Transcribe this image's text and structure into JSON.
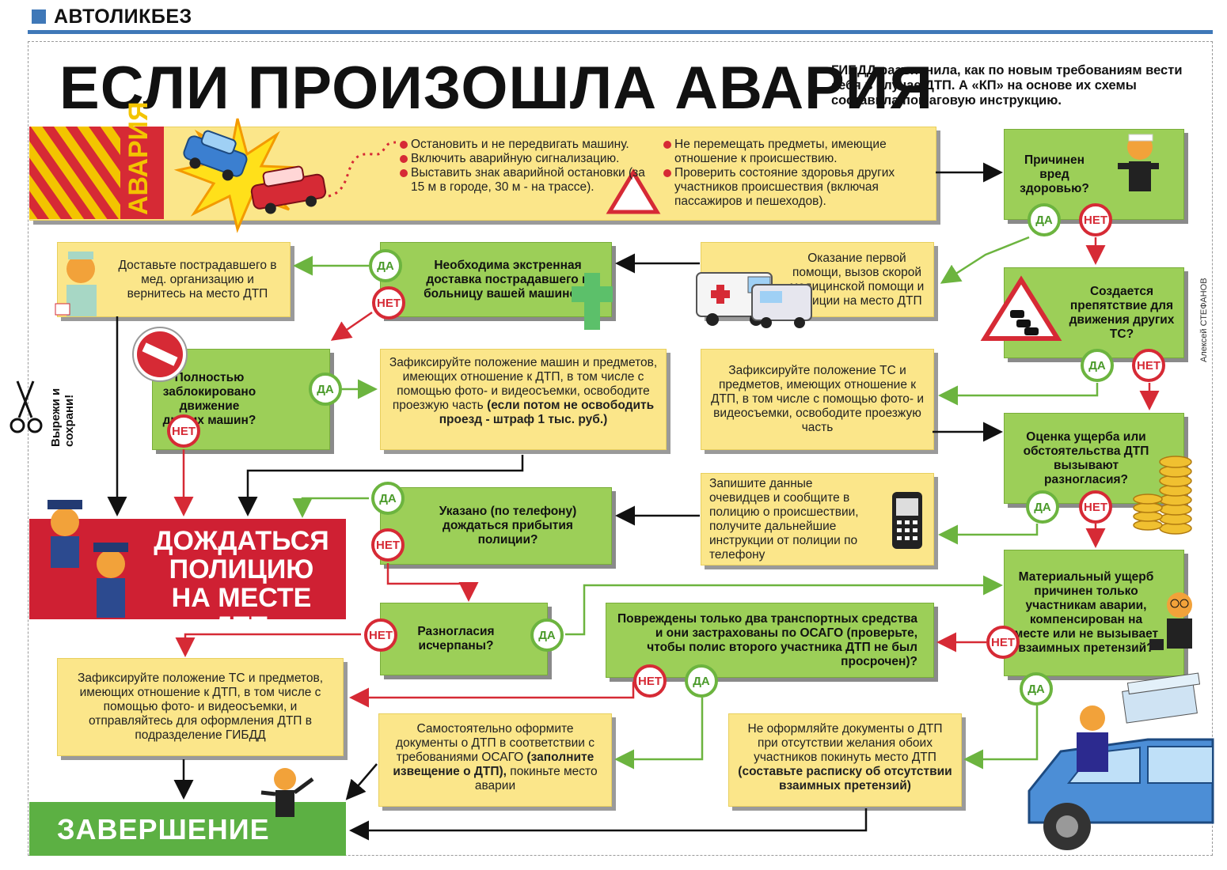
{
  "header": {
    "rubric": "АВТОЛИКБЕЗ"
  },
  "title": "ЕСЛИ ПРОИЗОШЛА АВАРИЯ",
  "lead": "ГИБДД разъяснила, как по новым требованиям вести себя в случае ДТП. А «КП» на основе их схемы составила пошаговую инструкцию.",
  "banner": {
    "label": "АВАРИЯ",
    "left_list": [
      "Остановить и не передвигать машину.",
      "Включить аварийную сигнализацию.",
      "Выставить знак аварийной остановки (за 15 м в городе, 30 м - на трассе)."
    ],
    "right_list": [
      "Не перемещать предметы, имеющие отношение к происшествию.",
      "Проверить состояние здоровья других участников происшествия (включая пассажиров и пешеходов)."
    ]
  },
  "credit": "Алексей СТЕФАНОВ",
  "cutout": "Вырежи и сохрани!",
  "badges": {
    "yes": "ДА",
    "no": "НЕТ"
  },
  "boxes": {
    "q_harm": "Причинен вред здоровью?",
    "first_aid": "Оказание первой помощи, вызов скорой медицинской помощи и полиции на место ДТП",
    "q_urgent": "Необходима экстренная доставка пострадавшего в больницу вашей машиной?",
    "deliver": "Доставьте пострадавшего в мед. организацию и вернитесь на место ДТП",
    "q_obstacle": "Создается препятствие для движения других ТС?",
    "q_blocked": "Полностью заблокировано движение других машин?",
    "fix_photo_pre": "Зафиксируйте положение машин и предметов, имеющих отношение к ДТП, в том числе с помощью фото- и видеосъемки, освободите проезжую часть",
    "fix_photo_bold": "(если потом не освободить проезд - штраф 1 тыс. руб.)",
    "fix_tc": "Зафиксируйте положение ТС и предметов, имеющих отношение к ДТП, в том числе с помощью фото- и видеосъемки, освободите проезжую часть",
    "q_damage": "Оценка ущерба или обстоятельства ДТП вызывают разногласия?",
    "witness": "Запишите данные очевидцев и сообщите в полицию о происшествии, получите дальнейшие инструкции от полиции по телефону",
    "q_phone": "Указано (по телефону) дождаться прибытия полиции?",
    "wait": "ДОЖДАТЬСЯ ПОЛИЦИЮ НА МЕСТЕ ДТП",
    "q_material": "Материальный ущерб причинен только участникам аварии, компенсирован на месте или не вызывает взаимных претензий?",
    "q_two": "Повреждены только два транспортных средства и они застрахованы по ОСАГО (проверьте, чтобы полис второго участника ДТП не был просрочен)?",
    "q_resolved": "Разногласия исчерпаны?",
    "fix_gibdd": "Зафиксируйте положение ТС и предметов, имеющих отношение к ДТП, в том числе с помощью фото- и видеосъемки, и отправляйтесь для оформления ДТП в подразделение ГИБДД",
    "self_pre": "Самостоятельно оформите документы о ДТП в соответствии с требованиями ОСАГО",
    "self_bold": "(заполните извещение о ДТП),",
    "self_post": "покиньте место аварии",
    "nodocs_pre": "Не оформляйте документы о ДТП при отсутствии желания обоих участников покинуть место ДТП",
    "nodocs_bold": "(составьте расписку об отсутствии взаимных претензий)",
    "finish": "ЗАВЕРШЕНИЕ"
  },
  "colors": {
    "accent": "#3f78b8",
    "yes": "#6cb43f",
    "no": "#d62a35",
    "box_yellow": "#fbe68a",
    "box_green": "#9ccf58",
    "wait_red": "#cf2033",
    "finish_green": "#5cb043"
  }
}
